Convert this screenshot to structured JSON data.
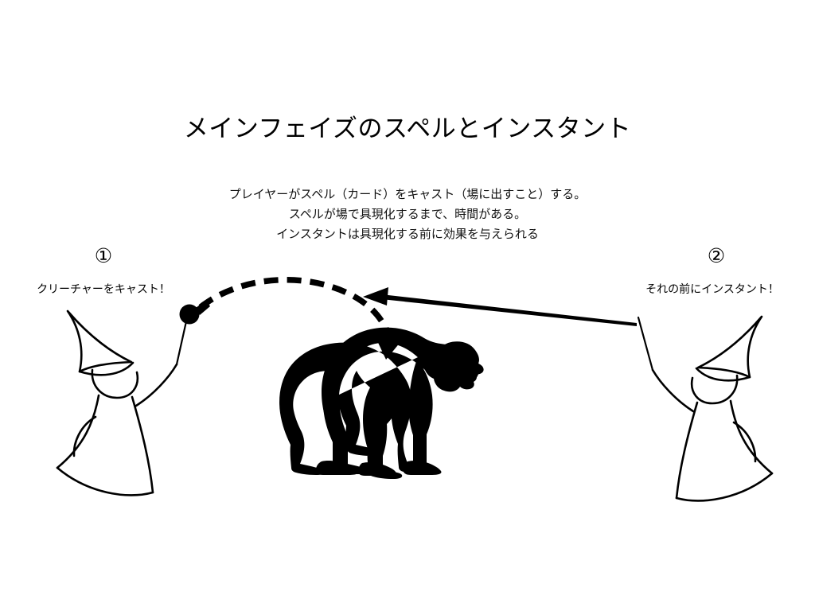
{
  "slide": {
    "title": "メインフェイズのスペルとインスタント",
    "background_color": "#ffffff",
    "ink_color": "#000000"
  },
  "body_text": {
    "line1": "プレイヤーがスペル（カード）をキャスト（場に出すこと）する。",
    "line2": "スペルが場で具現化するまで、時間がある。",
    "line3": "インスタントは具現化する前に効果を与えられる"
  },
  "markers": {
    "one": "①",
    "two": "②"
  },
  "labels": {
    "left": "クリーチャーをキャスト！",
    "right": "それの前にインスタント！"
  },
  "figures": {
    "left_wizard": "wizard-casting-figure",
    "right_wizard": "wizard-instant-figure",
    "creature": "ape-silhouette",
    "spell_orb": "spell-orb-icon",
    "cast_arrow": "dashed-cast-arrow",
    "instant_arrow": "solid-instant-arrow"
  }
}
